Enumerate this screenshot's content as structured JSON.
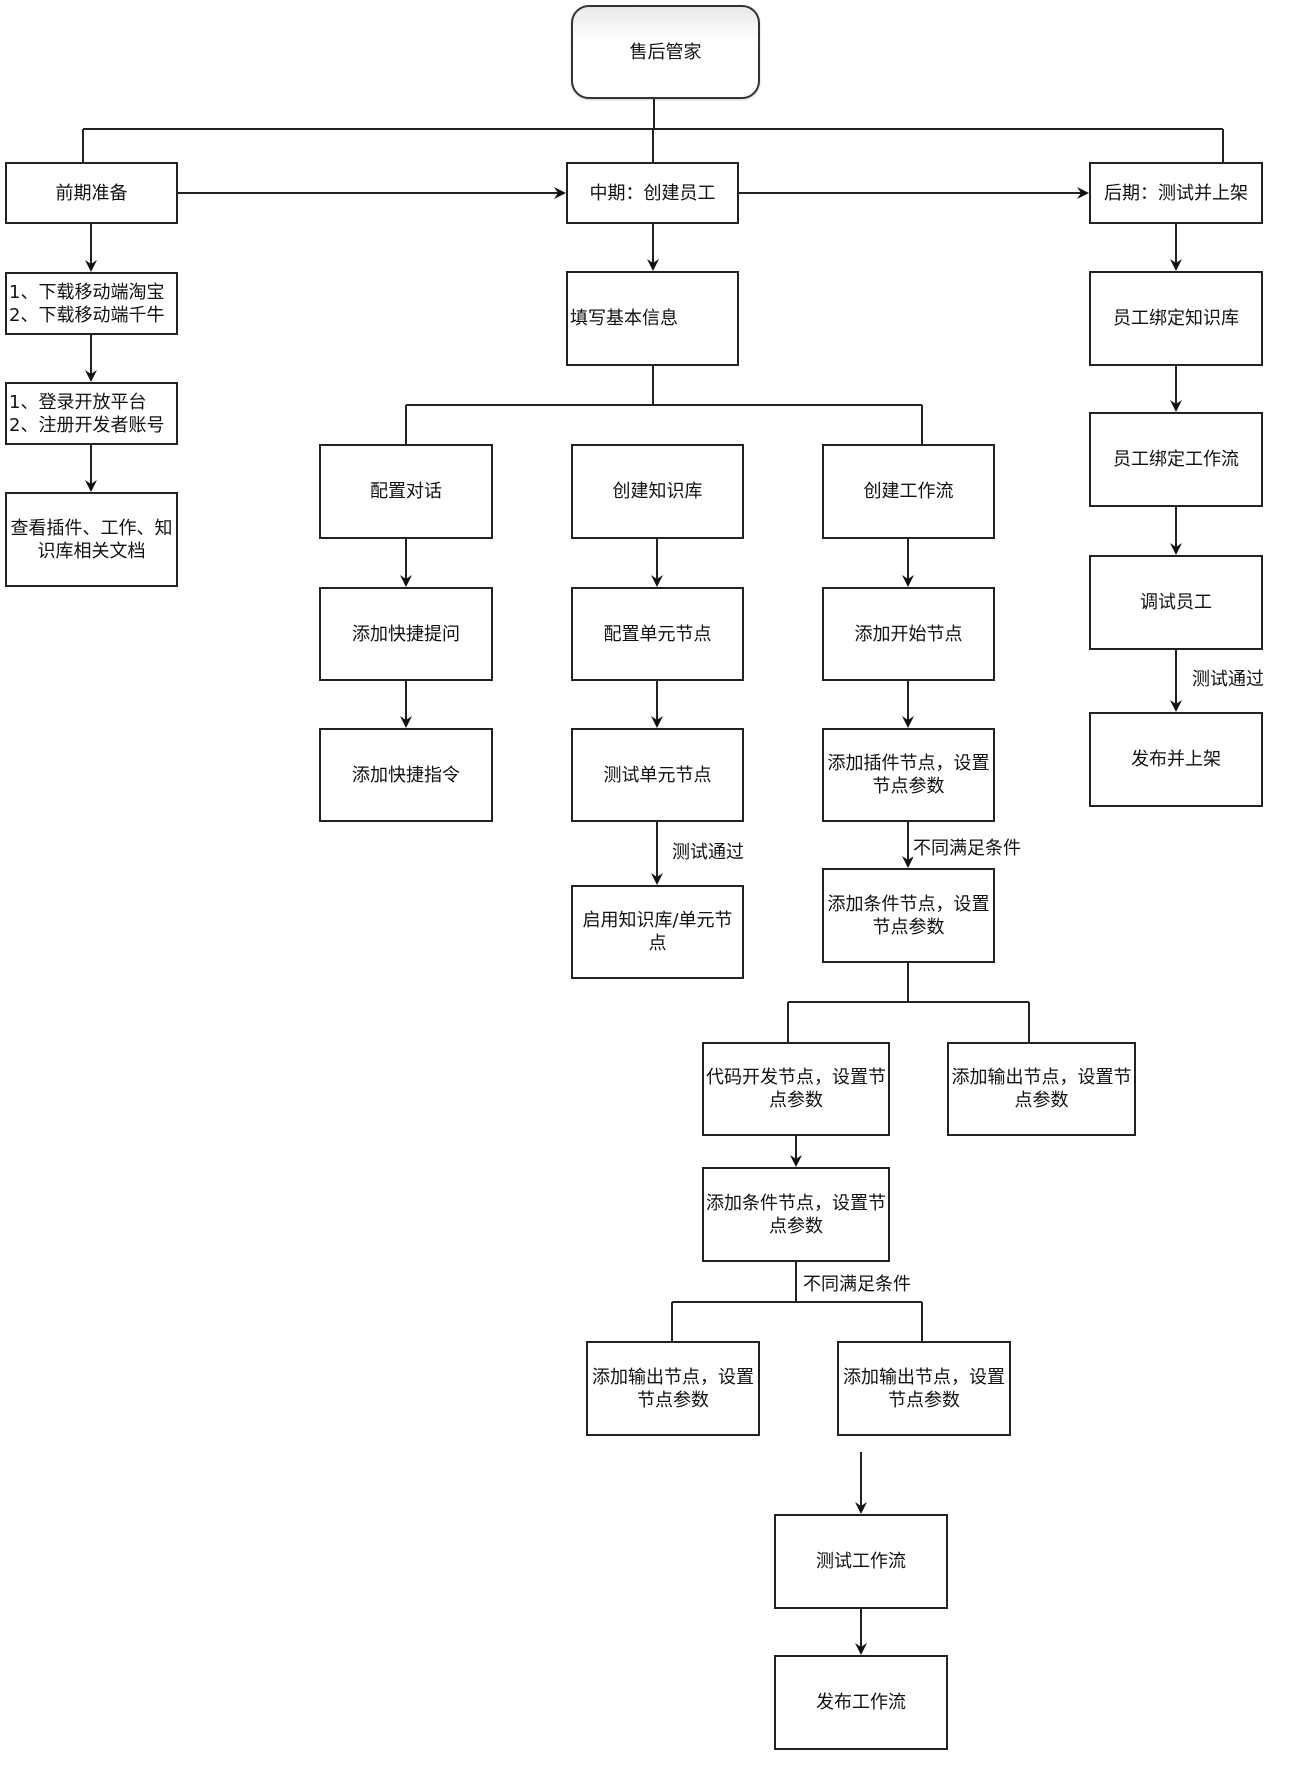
{
  "root": {
    "label": "售后管家"
  },
  "phases": {
    "early": {
      "label": "前期准备"
    },
    "middle": {
      "label": "中期：创建员工"
    },
    "late": {
      "label": "后期：测试并上架"
    }
  },
  "early_steps": [
    {
      "label": "1、下载移动端淘宝\n2、下载移动端千牛"
    },
    {
      "label": "1、登录开放平台\n2、注册开发者账号"
    },
    {
      "label": "查看插件、工作、知识库相关文档"
    }
  ],
  "middle": {
    "basic_info": {
      "label": "填写基本信息"
    },
    "dialog_branch": [
      {
        "label": "配置对话"
      },
      {
        "label": "添加快捷提问"
      },
      {
        "label": "添加快捷指令"
      }
    ],
    "knowledge_branch": [
      {
        "label": "创建知识库"
      },
      {
        "label": "配置单元节点"
      },
      {
        "label": "测试单元节点"
      },
      {
        "label": "启用知识库/单元节点"
      }
    ],
    "knowledge_edge_label": "测试通过",
    "workflow_branch": {
      "create": {
        "label": "创建工作流"
      },
      "start_node": {
        "label": "添加开始节点"
      },
      "plugin_node": {
        "label": "添加插件节点，设置节点参数"
      },
      "edge_label_1": "不同满足条件",
      "condition_node_1": {
        "label": "添加条件节点，设置节点参数"
      },
      "code_node": {
        "label": "代码开发节点，设置节点参数"
      },
      "output_node_1": {
        "label": "添加输出节点，设置节点参数"
      },
      "condition_node_2": {
        "label": "添加条件节点，设置节点参数"
      },
      "edge_label_2": "不同满足条件",
      "output_node_2": {
        "label": "添加输出节点，设置节点参数"
      },
      "output_node_3": {
        "label": "添加输出节点，设置节点参数"
      },
      "test_workflow": {
        "label": "测试工作流"
      },
      "publish_workflow": {
        "label": "发布工作流"
      }
    }
  },
  "late_steps": [
    {
      "label": "员工绑定知识库"
    },
    {
      "label": "员工绑定工作流"
    },
    {
      "label": "调试员工"
    },
    {
      "label": "发布并上架"
    }
  ],
  "late_edge_label": "测试通过",
  "colors": {
    "stroke": "#222222",
    "background": "#ffffff"
  }
}
